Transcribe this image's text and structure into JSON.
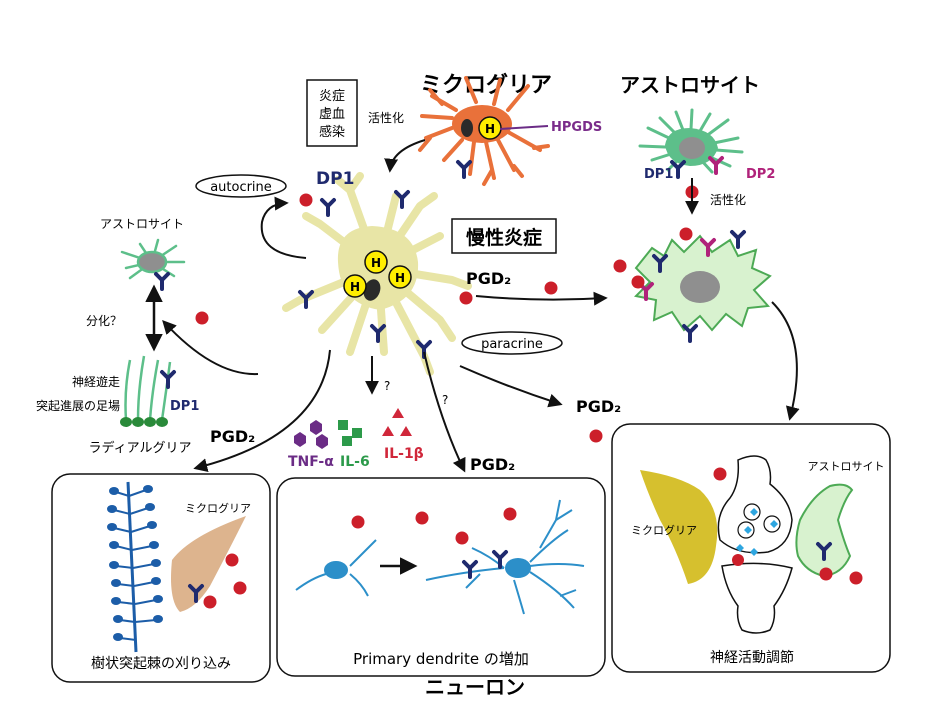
{
  "titles": {
    "microglia": "ミクログリア",
    "astrocyte": "アストロサイト",
    "neuron": "ニューロン"
  },
  "labels": {
    "inflammation": [
      "炎症",
      "虚血",
      "感染"
    ],
    "activation_left": "活性化",
    "activation_right": "活性化",
    "hpgds": "HPGDS",
    "dp1_astro": "DP1",
    "dp2_astro": "DP2",
    "autocrine": "autocrine",
    "dp1_main": "DP1",
    "chronic": "慢性炎症",
    "pgd2_right": "PGD₂",
    "paracrine": "paracrine",
    "pgd2_mid": "PGD₂",
    "pgd2_left": "PGD₂",
    "pgd2_center": "PGD₂",
    "q1": "?",
    "q2": "?",
    "tnf": "TNF-α",
    "il6": "IL-6",
    "il1b": "IL-1β",
    "astro_small": "アストロサイト",
    "differentiation": "分化？",
    "nerve_line1": "神経遊走",
    "nerve_line2": "突起進展の足場",
    "dp1_radial": "DP1",
    "radial_glia": "ラディアルグリア",
    "h": "H"
  },
  "panels": {
    "left": {
      "label_micro": "ミクログリア",
      "caption": "樹状突起棘の刈り込み"
    },
    "middle": {
      "caption": "Primary dendrite の増加"
    },
    "right": {
      "label_micro": "ミクログリア",
      "label_astro": "アストロサイト",
      "caption": "神経活動調節"
    }
  },
  "colors": {
    "pgd2": "#cc1f2a",
    "receptor_dp1": "#1f2a6e",
    "receptor_dp2": "#b0227a",
    "microglia_active": "#e9713a",
    "microglia_chronic": "#e8e5a6",
    "astro_green": "#5dbf8a",
    "astro_reactive": "#d8f2cf",
    "nucleus": "#8f8f8f",
    "h_fill": "#ffee00",
    "tnf": "#6b2c86",
    "il6": "#2c9a4a",
    "il1b": "#d0273a",
    "neuron_blue": "#2c8fc9",
    "dendrite_blue": "#1c5da8"
  }
}
